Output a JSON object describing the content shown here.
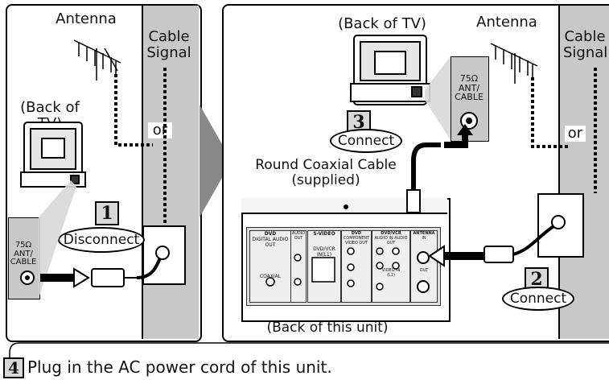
{
  "left_panel": {
    "antenna_label": "Antenna",
    "cable_signal_label": "Cable Signal",
    "or_label": "or",
    "back_of_tv_label": "(Back of TV)",
    "port_label": "75Ω ANT/ CABLE",
    "step_number": "1",
    "step_action": "Disconnect"
  },
  "right_panel": {
    "back_of_tv_label": "(Back of TV)",
    "antenna_label": "Antenna",
    "cable_signal_label": "Cable Signal",
    "or_label": "or",
    "tv_port_label": "75Ω ANT/ CABLE",
    "step3_number": "3",
    "step3_action": "Connect",
    "cable_label": "Round Coaxial Cable (supplied)",
    "step2_number": "2",
    "step2_action": "Connect",
    "unit_label": "(Back of this unit)",
    "unit_panel": {
      "dvd_left": "DVD",
      "digital_audio_out": "DIGITAL AUDIO OUT",
      "audio_out": "AUDIO OUT",
      "coaxial": "COAXIAL",
      "s_video": "S-VIDEO",
      "dvd_vcr": "DVD/VCR",
      "dvd_small": "DVD",
      "in_l1": "IN(L1)",
      "out": "OUT",
      "dvd_mid": "DVD",
      "component_video_out": "COMPONENT VIDEO OUT",
      "dvd_vcr_right": "DVD/VCR",
      "audio_in": "AUDIO IN",
      "audio_out_r": "AUDIO OUT",
      "video_in": "VIDEO IN",
      "l1": "(L1)",
      "antenna": "ANTENNA",
      "in": "IN",
      "out2": "OUT"
    }
  },
  "footer": {
    "step_number": "4",
    "text": "Plug in the AC power cord of this unit."
  }
}
